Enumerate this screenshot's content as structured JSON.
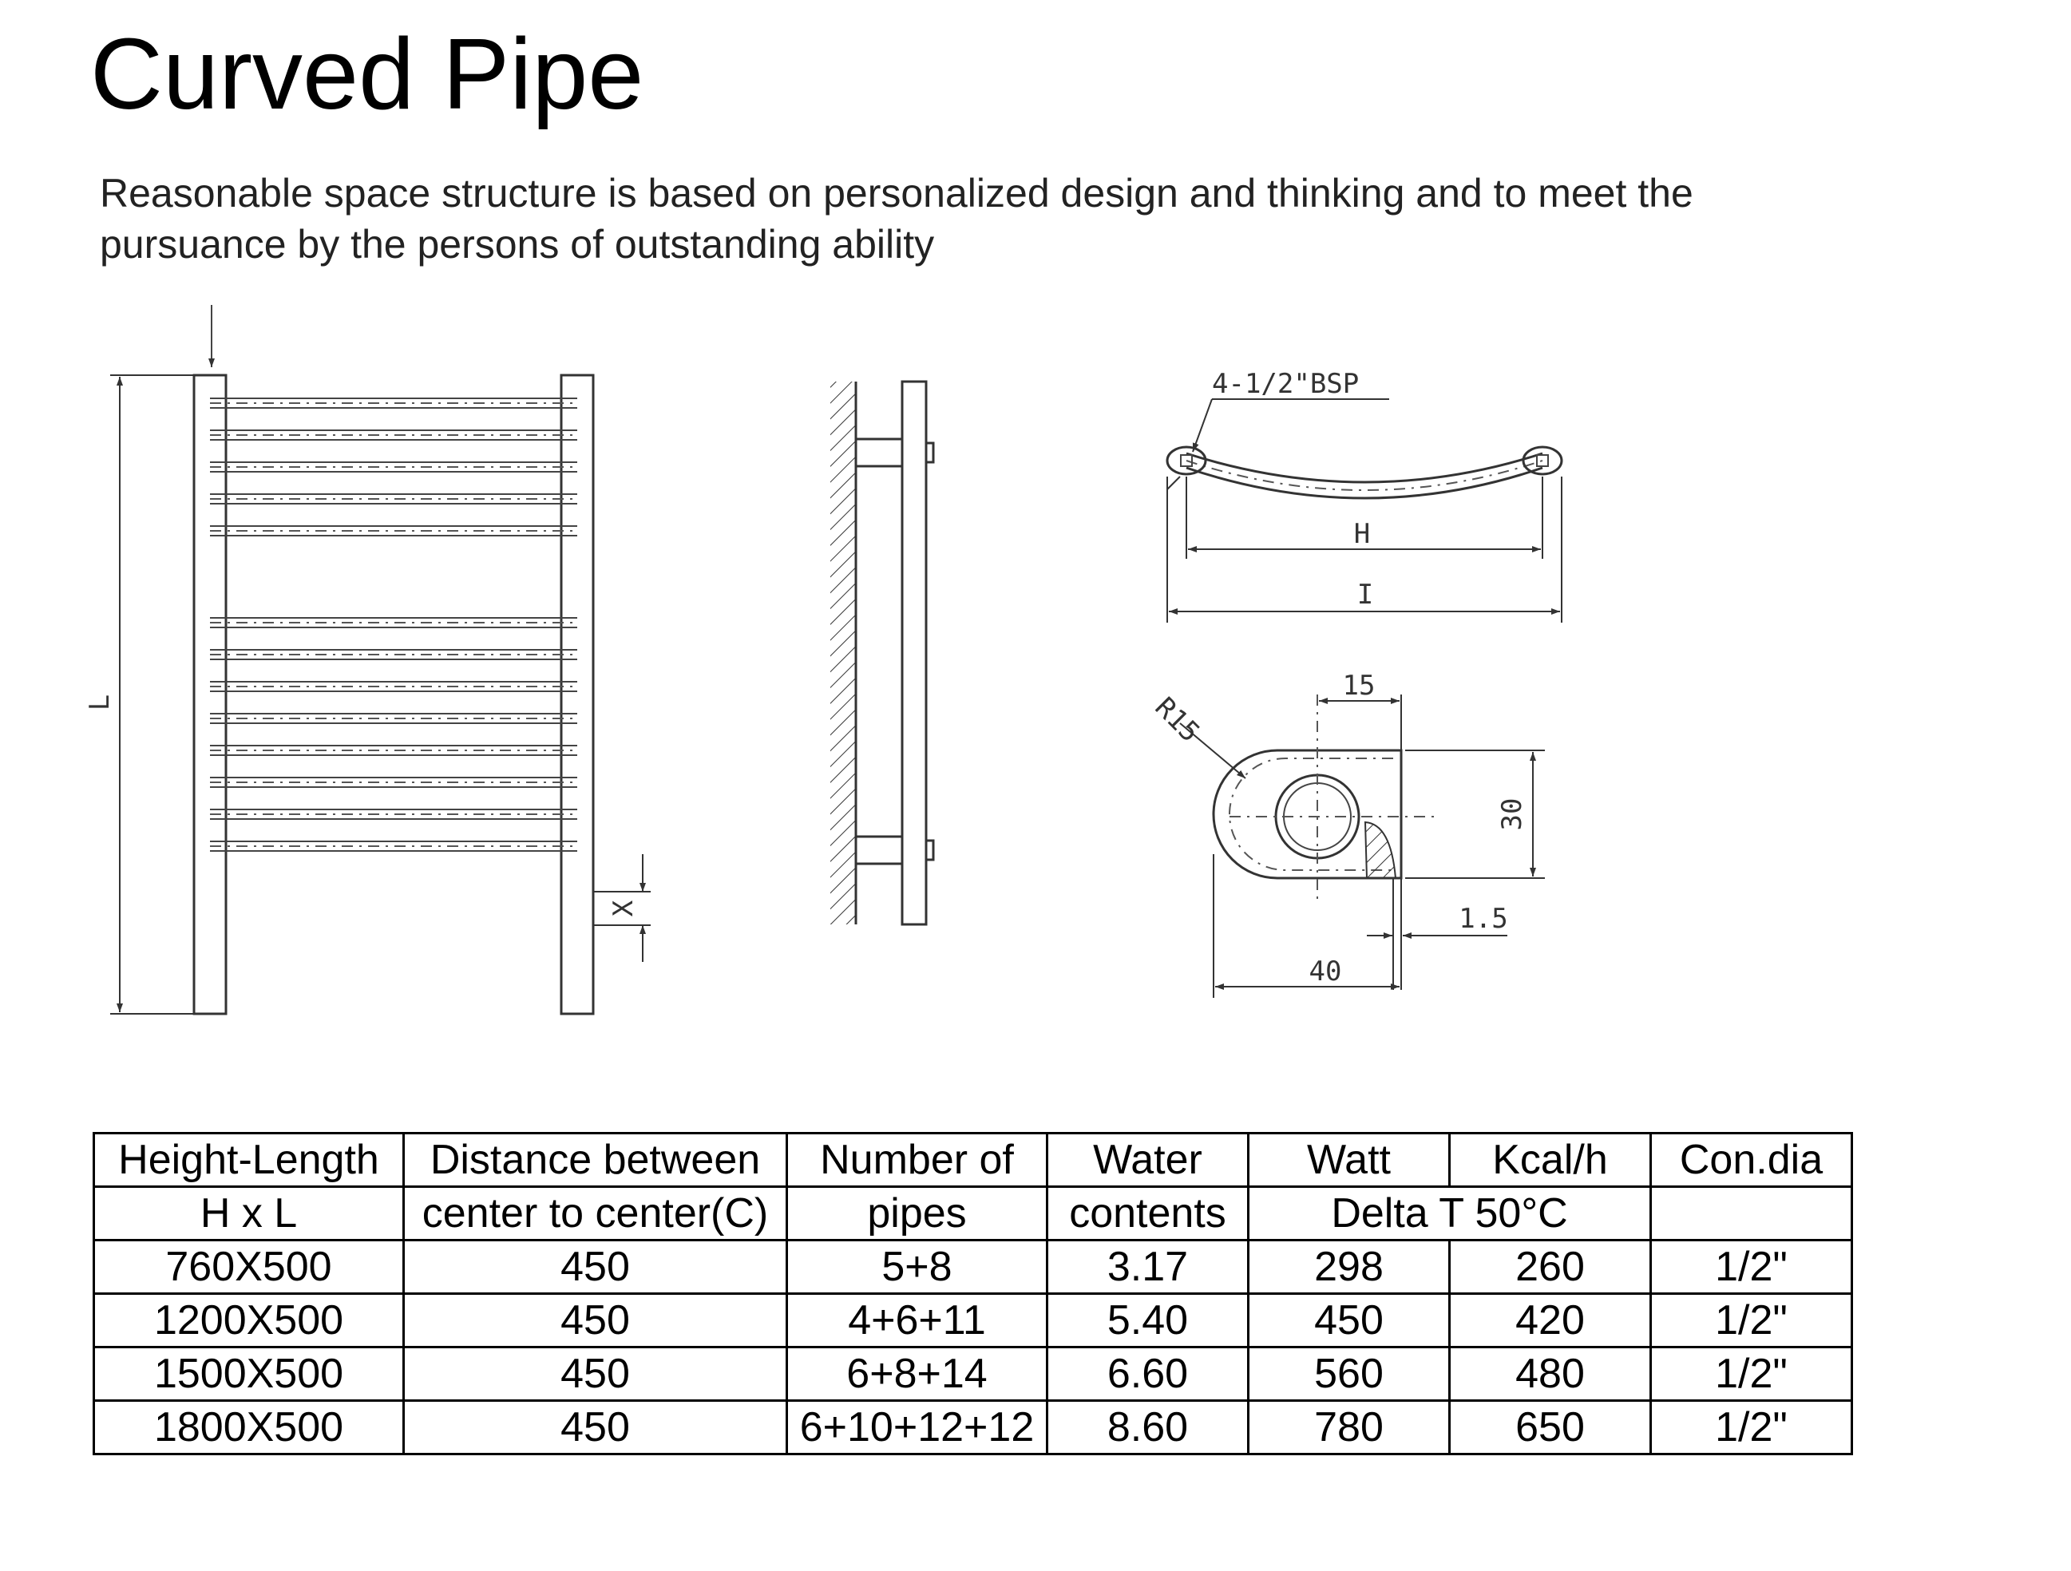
{
  "title": "Curved Pipe",
  "subtitle": "Reasonable space structure is based on personalized design and thinking and to meet the pursuance by the persons of outstanding ability",
  "drawings": {
    "front_view": {
      "dim_total_height": "L",
      "dim_spacing": "X"
    },
    "top_view": {
      "connection_label": "4-1/2\"BSP",
      "dim_inner": "H",
      "dim_outer": "I"
    },
    "bracket_detail": {
      "radius": "R15",
      "width_top": "15",
      "height": "30",
      "gap": "1.5",
      "width_bottom": "40"
    }
  },
  "table": {
    "header_row1": [
      "Height-Length",
      "Distance between",
      "Number of",
      "Water",
      "Watt",
      "Kcal/h",
      "Con.dia"
    ],
    "header_row2": [
      "H x L",
      "center to center(C)",
      "pipes",
      "contents",
      "Delta T 50°C",
      ""
    ],
    "rows": [
      [
        "760X500",
        "450",
        "5+8",
        "3.17",
        "298",
        "260",
        "1/2\""
      ],
      [
        "1200X500",
        "450",
        "4+6+11",
        "5.40",
        "450",
        "420",
        "1/2\""
      ],
      [
        "1500X500",
        "450",
        "6+8+14",
        "6.60",
        "560",
        "480",
        "1/2\""
      ],
      [
        "1800X500",
        "450",
        "6+10+12+12",
        "8.60",
        "780",
        "650",
        "1/2\""
      ]
    ]
  }
}
